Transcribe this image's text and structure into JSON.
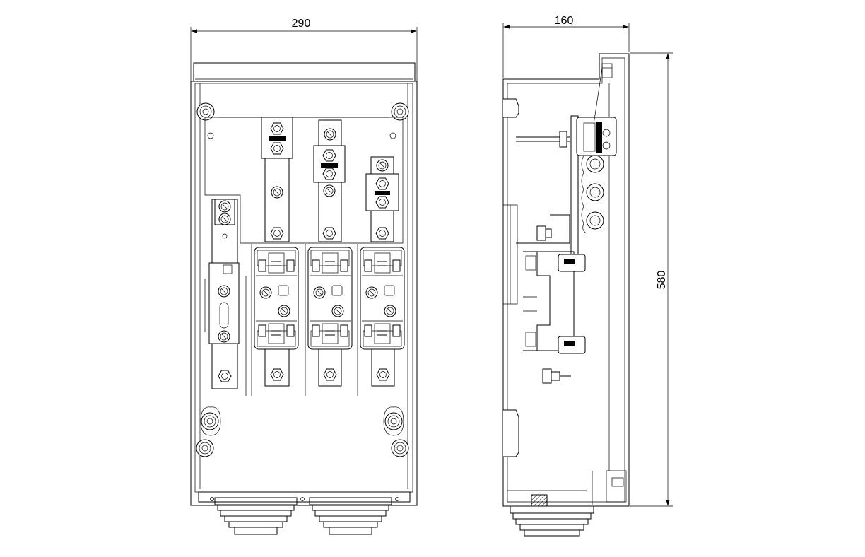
{
  "dimensions": {
    "front_width": "290",
    "side_depth": "160",
    "height": "580"
  }
}
